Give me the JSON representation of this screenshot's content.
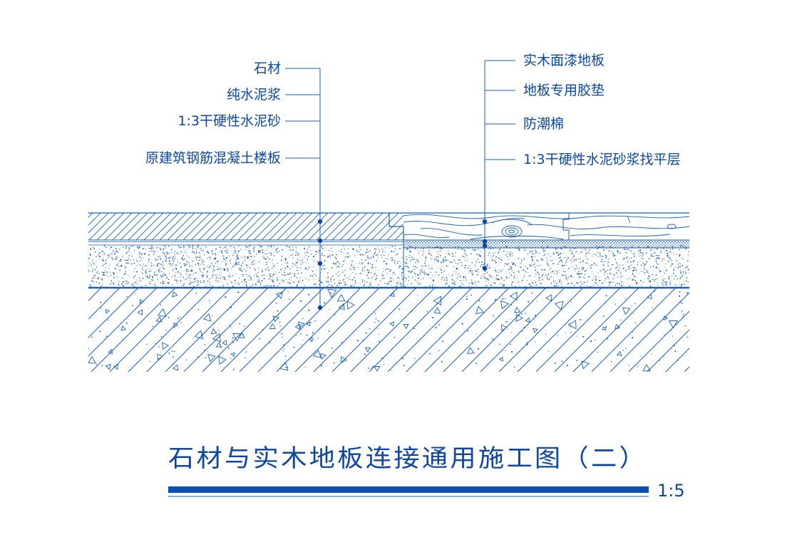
{
  "colors": {
    "line": "#1a5fb4",
    "ink": "#0d47a1",
    "title_bar": "#0b4fb0",
    "background": "#ffffff"
  },
  "labels_left": [
    "石材",
    "纯水泥浆",
    "1:3干硬性水泥砂",
    "原建筑钢筋混凝土楼板"
  ],
  "labels_right": [
    "实木面漆地板",
    "地板专用胶垫",
    "防潮棉",
    "1:3干硬性水泥砂浆找平层"
  ],
  "title": "石材与实木地板连接通用施工图（二）",
  "scale": "1:5"
}
